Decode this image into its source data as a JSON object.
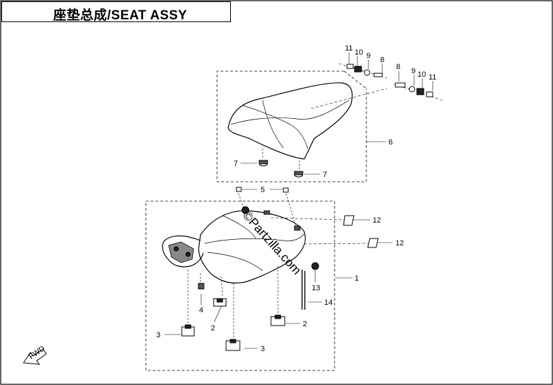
{
  "title": "座垫总成/SEAT ASSY",
  "watermark": "©Partzilla.com",
  "callouts": [
    "1",
    "2",
    "2",
    "3",
    "3",
    "4",
    "5",
    "6",
    "7",
    "7",
    "8",
    "8",
    "9",
    "9",
    "10",
    "10",
    "11",
    "11",
    "12",
    "12",
    "13",
    "14"
  ],
  "arrow_label": "FWD",
  "colors": {
    "line": "#000000",
    "background": "#ffffff",
    "accent": "#ed1c24"
  }
}
